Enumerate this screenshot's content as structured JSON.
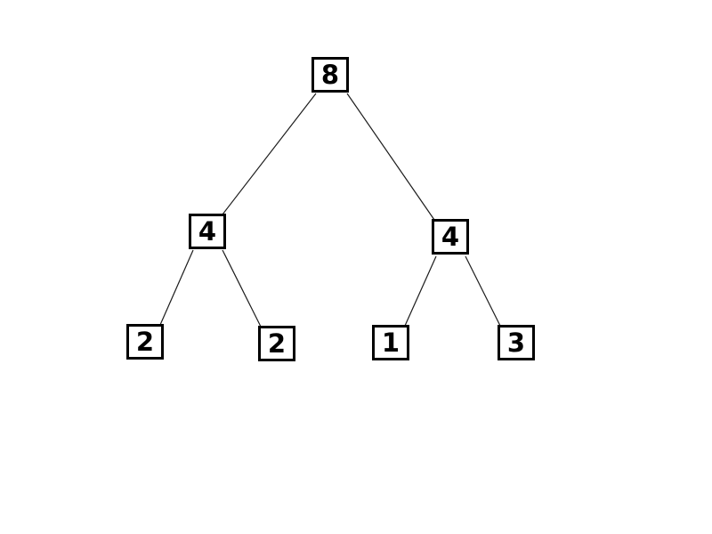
{
  "diagram_type": "binary-tree",
  "nodes": {
    "root": {
      "value": "8"
    },
    "left": {
      "value": "4"
    },
    "right": {
      "value": "4"
    },
    "left_left": {
      "value": "2"
    },
    "left_right": {
      "value": "2"
    },
    "right_left": {
      "value": "1"
    },
    "right_right": {
      "value": "3"
    }
  },
  "edges": [
    {
      "from": "root",
      "to": "left"
    },
    {
      "from": "root",
      "to": "right"
    },
    {
      "from": "left",
      "to": "left_left"
    },
    {
      "from": "left",
      "to": "left_right"
    },
    {
      "from": "right",
      "to": "right_left"
    },
    {
      "from": "right",
      "to": "right_right"
    }
  ],
  "colors": {
    "background": "#ffffff",
    "node_border": "#000000",
    "node_fill": "#ffffff",
    "edge_stroke": "#1c1c1c",
    "text": "#000000"
  }
}
